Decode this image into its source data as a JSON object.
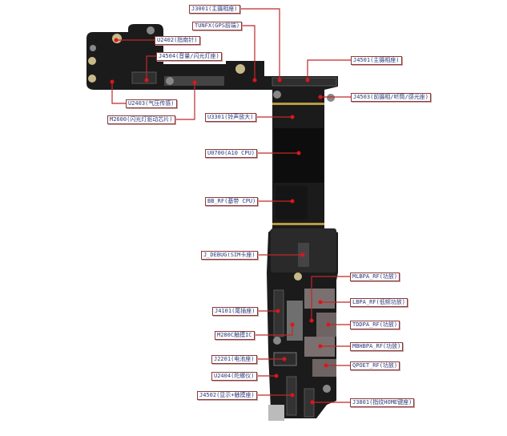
{
  "labels": {
    "j3001": "J3001(主摄相座)",
    "tunfx": "TUNFX(GPS前端)",
    "u2402": "U2402(指南针)",
    "j4504": "J4504(音量/闪光灯座)",
    "u2403": "U2403(气压传感)",
    "m2600": "M2600(闪光灯驱动芯片)",
    "u3301": "U3301(铃声放大)",
    "u0700": "U0700(A10 CPU)",
    "bb_rf": "BB_RF(基带 CPU)",
    "j_debug": "J_DEBUG(SIM卡座)",
    "j4501": "J4501(主摄相座)",
    "j4503": "J4503(前摄相/听筒/感光座)",
    "mlbpa_rf": "MLBPA_RF(功放)",
    "lbpa_rf": "LBPA_RF(低频功放)",
    "tddpa_rf": "TDDPA_RF(功放)",
    "mbhbpa_rf": "MBHBPA_RF(功放)",
    "qpoet_rf": "QPOET_RF(功放)",
    "j3801": "J3801(指纹HOME键座)",
    "j4101": "J4101(尾插座)",
    "m280c": "M280C触摸IC",
    "j2201": "J2201(电池座)",
    "u2404": "U2404(陀螺仪)",
    "j4502": "J4502(显示+触摸座)"
  },
  "colors": {
    "leader": "#c0282a",
    "board": "#1a1a1a",
    "label_border": "#8a3a3a"
  }
}
